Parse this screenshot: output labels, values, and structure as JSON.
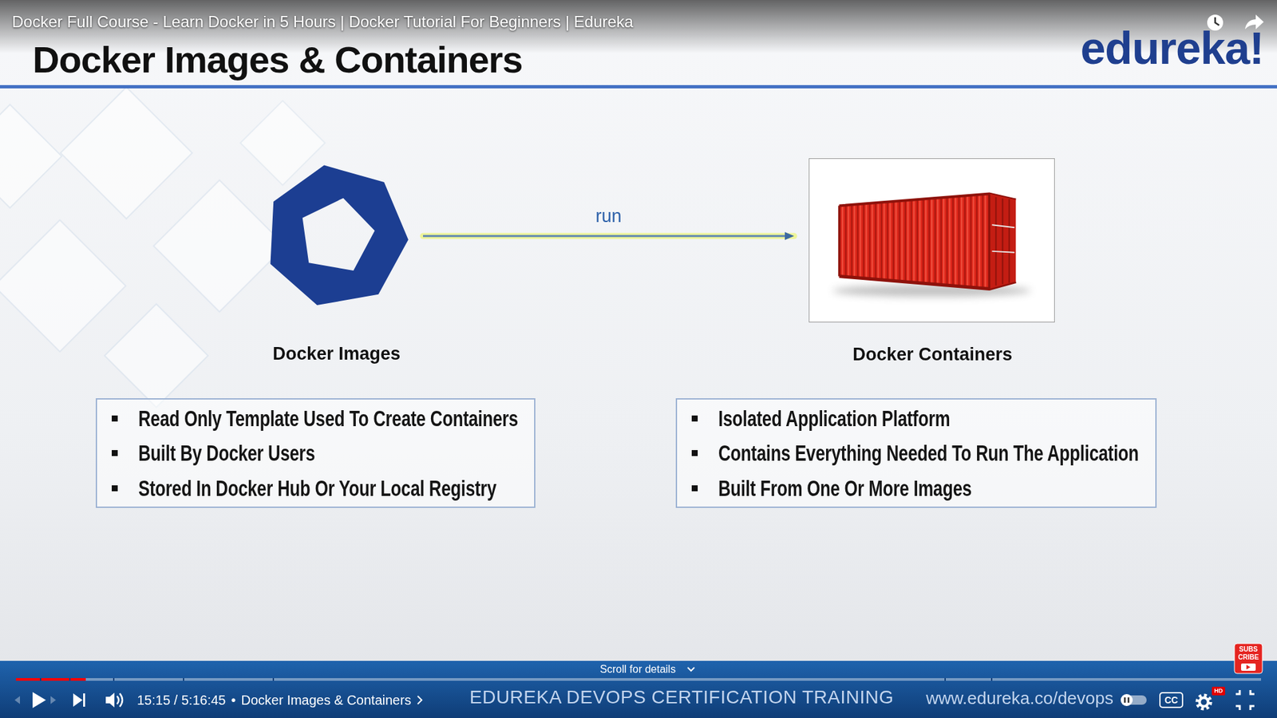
{
  "diagram": {
    "title": "Docker Images & Containers",
    "nodes": [
      {
        "text": [
          "Docker Images"
        ]
      },
      {
        "text": [
          "Docker Containers"
        ]
      },
      {
        "text": [
          "Read Only Template Used To Create Containers",
          "Built By Docker Users",
          "Stored In Docker Hub Or Your Local Registry"
        ]
      },
      {
        "text": [
          "Isolated Application Platform",
          "Contains Everything Needed To Run The Application",
          "Built From One Or More Images"
        ]
      }
    ],
    "edges": [
      {
        "from": 0,
        "to": 1,
        "arrow": "to",
        "label": "run"
      }
    ],
    "labels": [
      "Docker Full Course - Learn Docker in 5 Hours | Docker Tutorial For Beginners | Edureka",
      "edureka!",
      "15:15 / 5:16:45",
      "•",
      "Docker Images & Containers",
      "EDUREKA DEVOPS CERTIFICATION TRAINING",
      "Scroll for details",
      "www.edureka.co/devops",
      "SUBS",
      "CRIBE",
      "CC",
      "HD"
    ]
  }
}
